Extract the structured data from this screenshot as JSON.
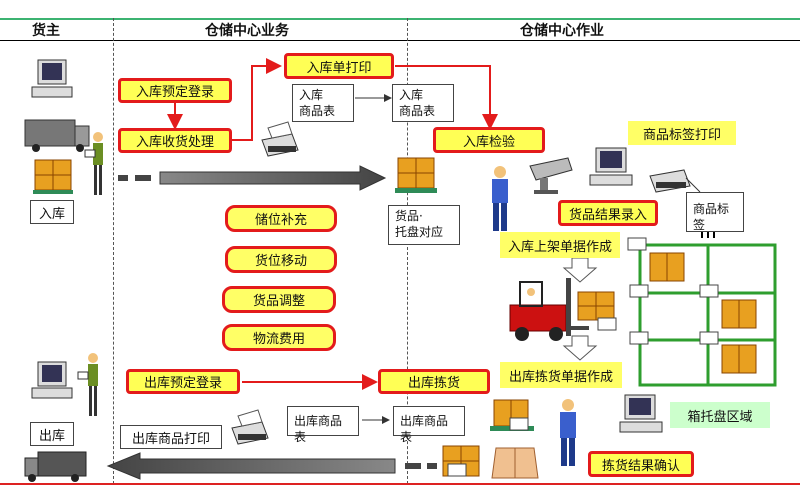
{
  "headers": {
    "owner": "货主",
    "business": "仓储中心业务",
    "operations": "仓储中心作业"
  },
  "owner": {
    "inbound_label": "入库",
    "outbound_label": "出库"
  },
  "business": {
    "inbound_booking": "入库预定登录",
    "inbound_processing": "入库收货处理",
    "replenish": "储位补充",
    "relocate": "货位移动",
    "adjust": "货品调整",
    "logistics_fee": "物流费用",
    "outbound_booking": "出库预定登录",
    "outbound_print": "出库商品打印",
    "outbound_doc": "出库商品表"
  },
  "operations": {
    "inbound_print": "入库单打印",
    "inbound_doc_1": "入库",
    "inbound_doc_2": "商品表",
    "inbound_doc_copy_1": "入库",
    "inbound_doc_copy_2": "商品表",
    "inbound_check": "入库检验",
    "label_print": "商品标签打印",
    "goods_label": "商品标签",
    "pallet_match_1": "货品·",
    "pallet_match_2": "托盘对应",
    "result_entry": "货品结果录入",
    "putaway_doc": "入库上架单据作成",
    "picking_doc": "出库拣货单据作成",
    "picking": "出库拣货",
    "outbound_doc_copy": "出库商品表",
    "pallet_area": "箱托盘区域",
    "picking_confirm": "拣货结果确认"
  },
  "colors": {
    "box_fill": "#ffff55",
    "box_border": "#e31b1b",
    "arrow_red": "#e31b1b",
    "rack_green": "#2e9e2e",
    "header_line": "#3cb371"
  }
}
